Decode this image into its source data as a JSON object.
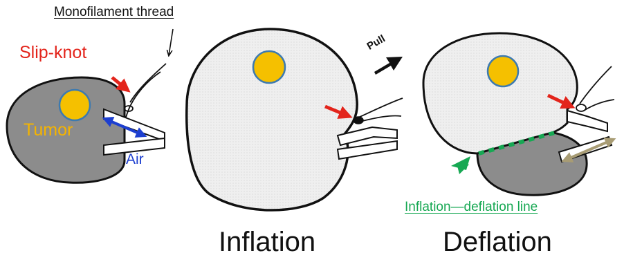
{
  "labels": {
    "monofilament": "Monofilament thread",
    "slip_knot": "Slip-knot",
    "tumor": "Tumor",
    "air": "Air",
    "pull": "Pull",
    "deflation_line": "Inflation—deflation line",
    "inflation_title": "Inflation",
    "deflation_title": "Deflation"
  },
  "colors": {
    "lung_collapsed": "#8c8c8c",
    "lung_inflated": "#eeeeee",
    "tumor": "#f5c000",
    "tumor_outline": "#3d7ab0",
    "slip_knot_arrow": "#e3241b",
    "air_arrow": "#1d3fd0",
    "line_marker": "#17a853",
    "tube_arrow": "#a89c74",
    "outline": "#111111"
  }
}
